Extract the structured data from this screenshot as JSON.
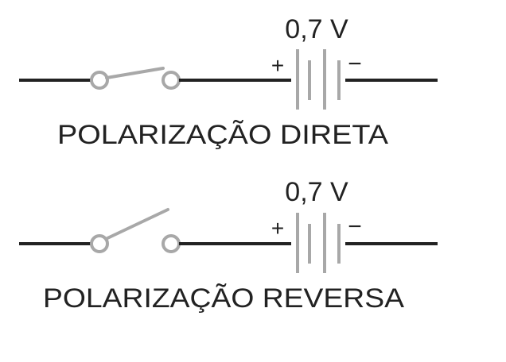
{
  "colors": {
    "wire": "#222222",
    "switch": "#a8a8a8",
    "battery": "#a8a8a8",
    "text": "#222222",
    "background": "#ffffff"
  },
  "circuits": [
    {
      "mode": "closed-switch",
      "voltage": "0,7 V",
      "plus": "+",
      "minus": "−",
      "caption": "POLARIZAÇÃO DIRETA"
    },
    {
      "mode": "open-switch",
      "voltage": "0,7 V",
      "plus": "+",
      "minus": "−",
      "caption": "POLARIZAÇÃO REVERSA"
    }
  ]
}
